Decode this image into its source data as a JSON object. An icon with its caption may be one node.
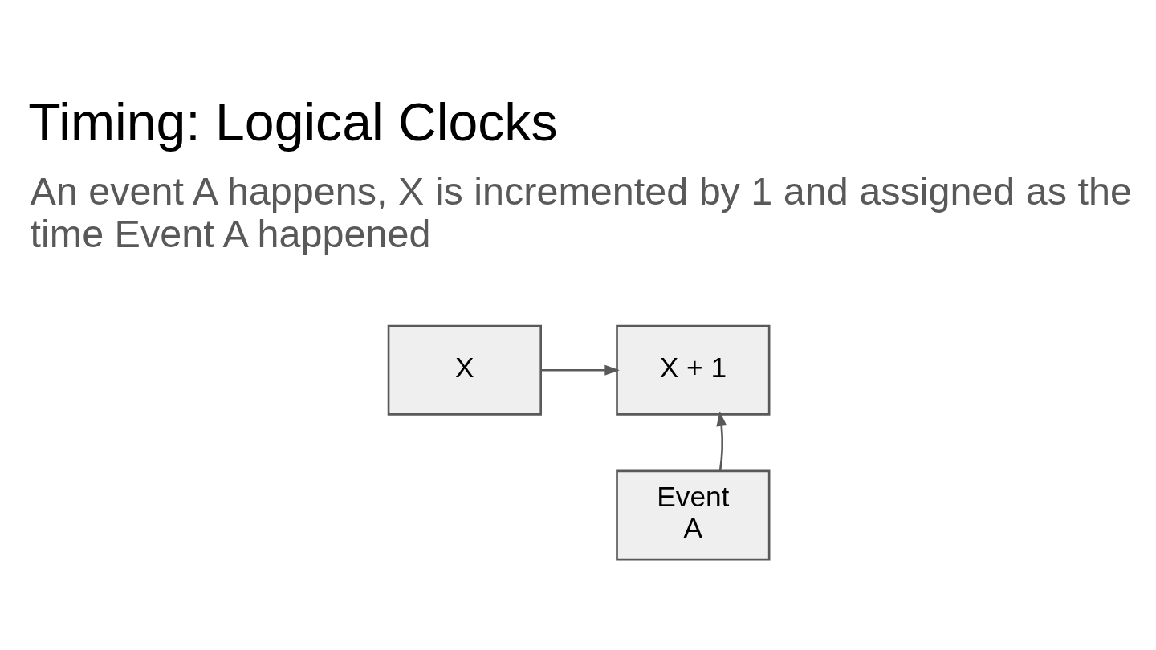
{
  "diagram": {
    "title": "Timing: Logical Clocks",
    "nodes": [
      {
        "text": [
          "X"
        ]
      },
      {
        "text": [
          "X + 1"
        ]
      },
      {
        "text": [
          "Event A"
        ]
      }
    ],
    "edges": [
      {
        "from": 0,
        "to": 1,
        "arrow": "to"
      },
      {
        "from": 2,
        "to": 1,
        "arrow": "to"
      }
    ],
    "labels": [
      "An event A happens, X is incremented by 1 and assigned as the time Event A happened"
    ]
  }
}
